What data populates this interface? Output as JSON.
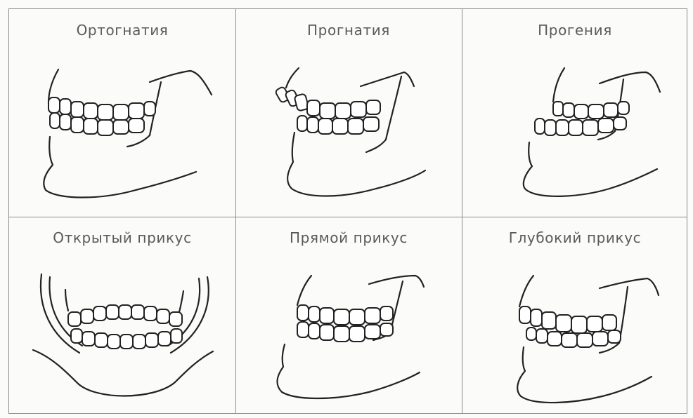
{
  "panels": [
    {
      "id": "ortho",
      "title": "Ортогнатия"
    },
    {
      "id": "progn",
      "title": "Прогнатия"
    },
    {
      "id": "progenia",
      "title": "Прогения"
    },
    {
      "id": "open",
      "title": "Открытый прикус"
    },
    {
      "id": "straight",
      "title": "Прямой прикус"
    },
    {
      "id": "deep",
      "title": "Глубокий прикус"
    }
  ]
}
